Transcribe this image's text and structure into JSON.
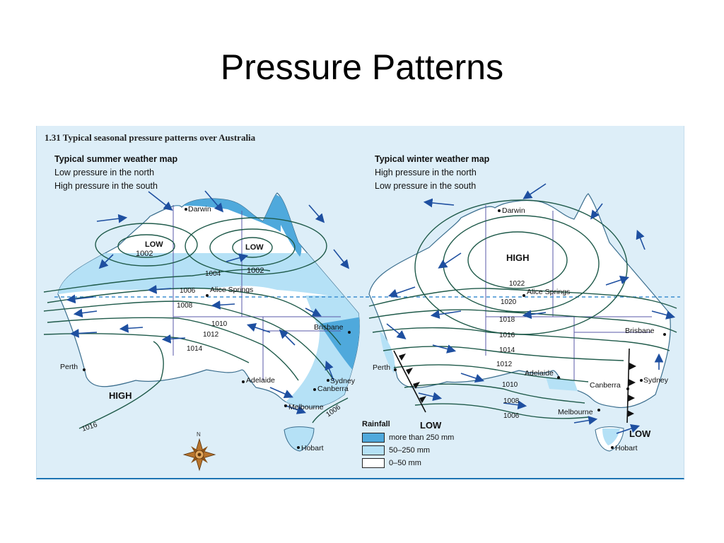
{
  "slide": {
    "title": "Pressure Patterns"
  },
  "figure": {
    "caption": "1.31 Typical seasonal pressure patterns over Australia",
    "summer": {
      "heading": "Typical summer weather map",
      "line1": "Low pressure in the north",
      "line2": "High pressure in the south",
      "labels": {
        "low1": "LOW",
        "low1_val": "1002",
        "low2": "LOW",
        "low2_val": "1002",
        "high": "HIGH",
        "iso_1004": "1004",
        "iso_1006": "1006",
        "iso_1008": "1008",
        "iso_1010": "1010",
        "iso_1012": "1012",
        "iso_1014": "1014",
        "iso_1016": "1016",
        "iso_1006b": "1006"
      },
      "cities": {
        "darwin": "Darwin",
        "alice": "Alice Springs",
        "brisbane": "Brisbane",
        "perth": "Perth",
        "adelaide": "Adelaide",
        "sydney": "Sydney",
        "canberra": "Canberra",
        "melbourne": "Melbourne",
        "hobart": "Hobart"
      }
    },
    "winter": {
      "heading": "Typical winter weather map",
      "line1": "High pressure in the north",
      "line2": "Low pressure in the south",
      "labels": {
        "high": "HIGH",
        "low1": "LOW",
        "low2": "LOW",
        "iso_1022": "1022",
        "iso_1020": "1020",
        "iso_1018": "1018",
        "iso_1016": "1016",
        "iso_1014": "1014",
        "iso_1012": "1012",
        "iso_1010": "1010",
        "iso_1008": "1008",
        "iso_1006": "1006"
      },
      "cities": {
        "darwin": "Darwin",
        "alice": "Alice Springs",
        "brisbane": "Brisbane",
        "perth": "Perth",
        "adelaide": "Adelaide",
        "sydney": "Sydney",
        "canberra": "Canberra",
        "melbourne": "Melbourne",
        "hobart": "Hobart"
      }
    },
    "legend": {
      "title": "Rainfall",
      "items": [
        {
          "label": "more than 250 mm",
          "color": "#4fa9dc"
        },
        {
          "label": "50–250 mm",
          "color": "#b5e1f6"
        },
        {
          "label": "0–50 mm",
          "color": "#ffffff"
        }
      ]
    },
    "compass_letter": "N",
    "colors": {
      "isobar": "#1f5a4a",
      "arrow": "#1e4fa0",
      "border": "#5a5aa8",
      "ocean": "#ddeef8"
    }
  }
}
